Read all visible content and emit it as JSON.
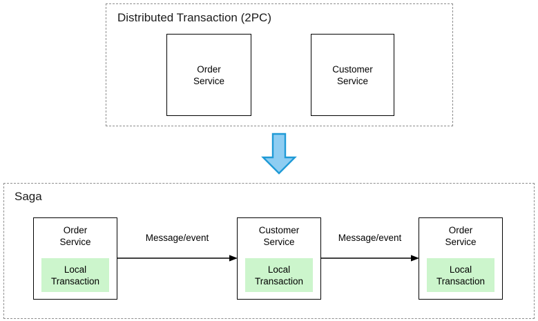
{
  "diagram": {
    "type": "flow-diagram",
    "title": "Distributed Transaction (2PC) versus Saga",
    "background_color": "#ffffff"
  },
  "colors": {
    "group_border": "#8c8c8c",
    "box_border": "#000000",
    "local_transaction_fill": "#ccf5cc",
    "blue_arrow_fill": "#8ecdf2",
    "blue_arrow_stroke": "#1f9ad6",
    "text": "#000000"
  },
  "sections": {
    "two_pc": {
      "title": "Distributed Transaction (2PC)",
      "services": [
        {
          "name": "Order\nService"
        },
        {
          "name": "Customer\nService"
        }
      ]
    },
    "transition": {
      "icon": "down-arrow-icon"
    },
    "saga": {
      "title": "Saga",
      "steps": [
        {
          "service": "Order\nService",
          "local_transaction": "Local\nTransaction"
        },
        {
          "service": "Customer\nService",
          "local_transaction": "Local\nTransaction"
        },
        {
          "service": "Order\nService",
          "local_transaction": "Local\nTransaction"
        }
      ],
      "connectors": [
        {
          "label": "Message/event"
        },
        {
          "label": "Message/event"
        }
      ]
    }
  }
}
